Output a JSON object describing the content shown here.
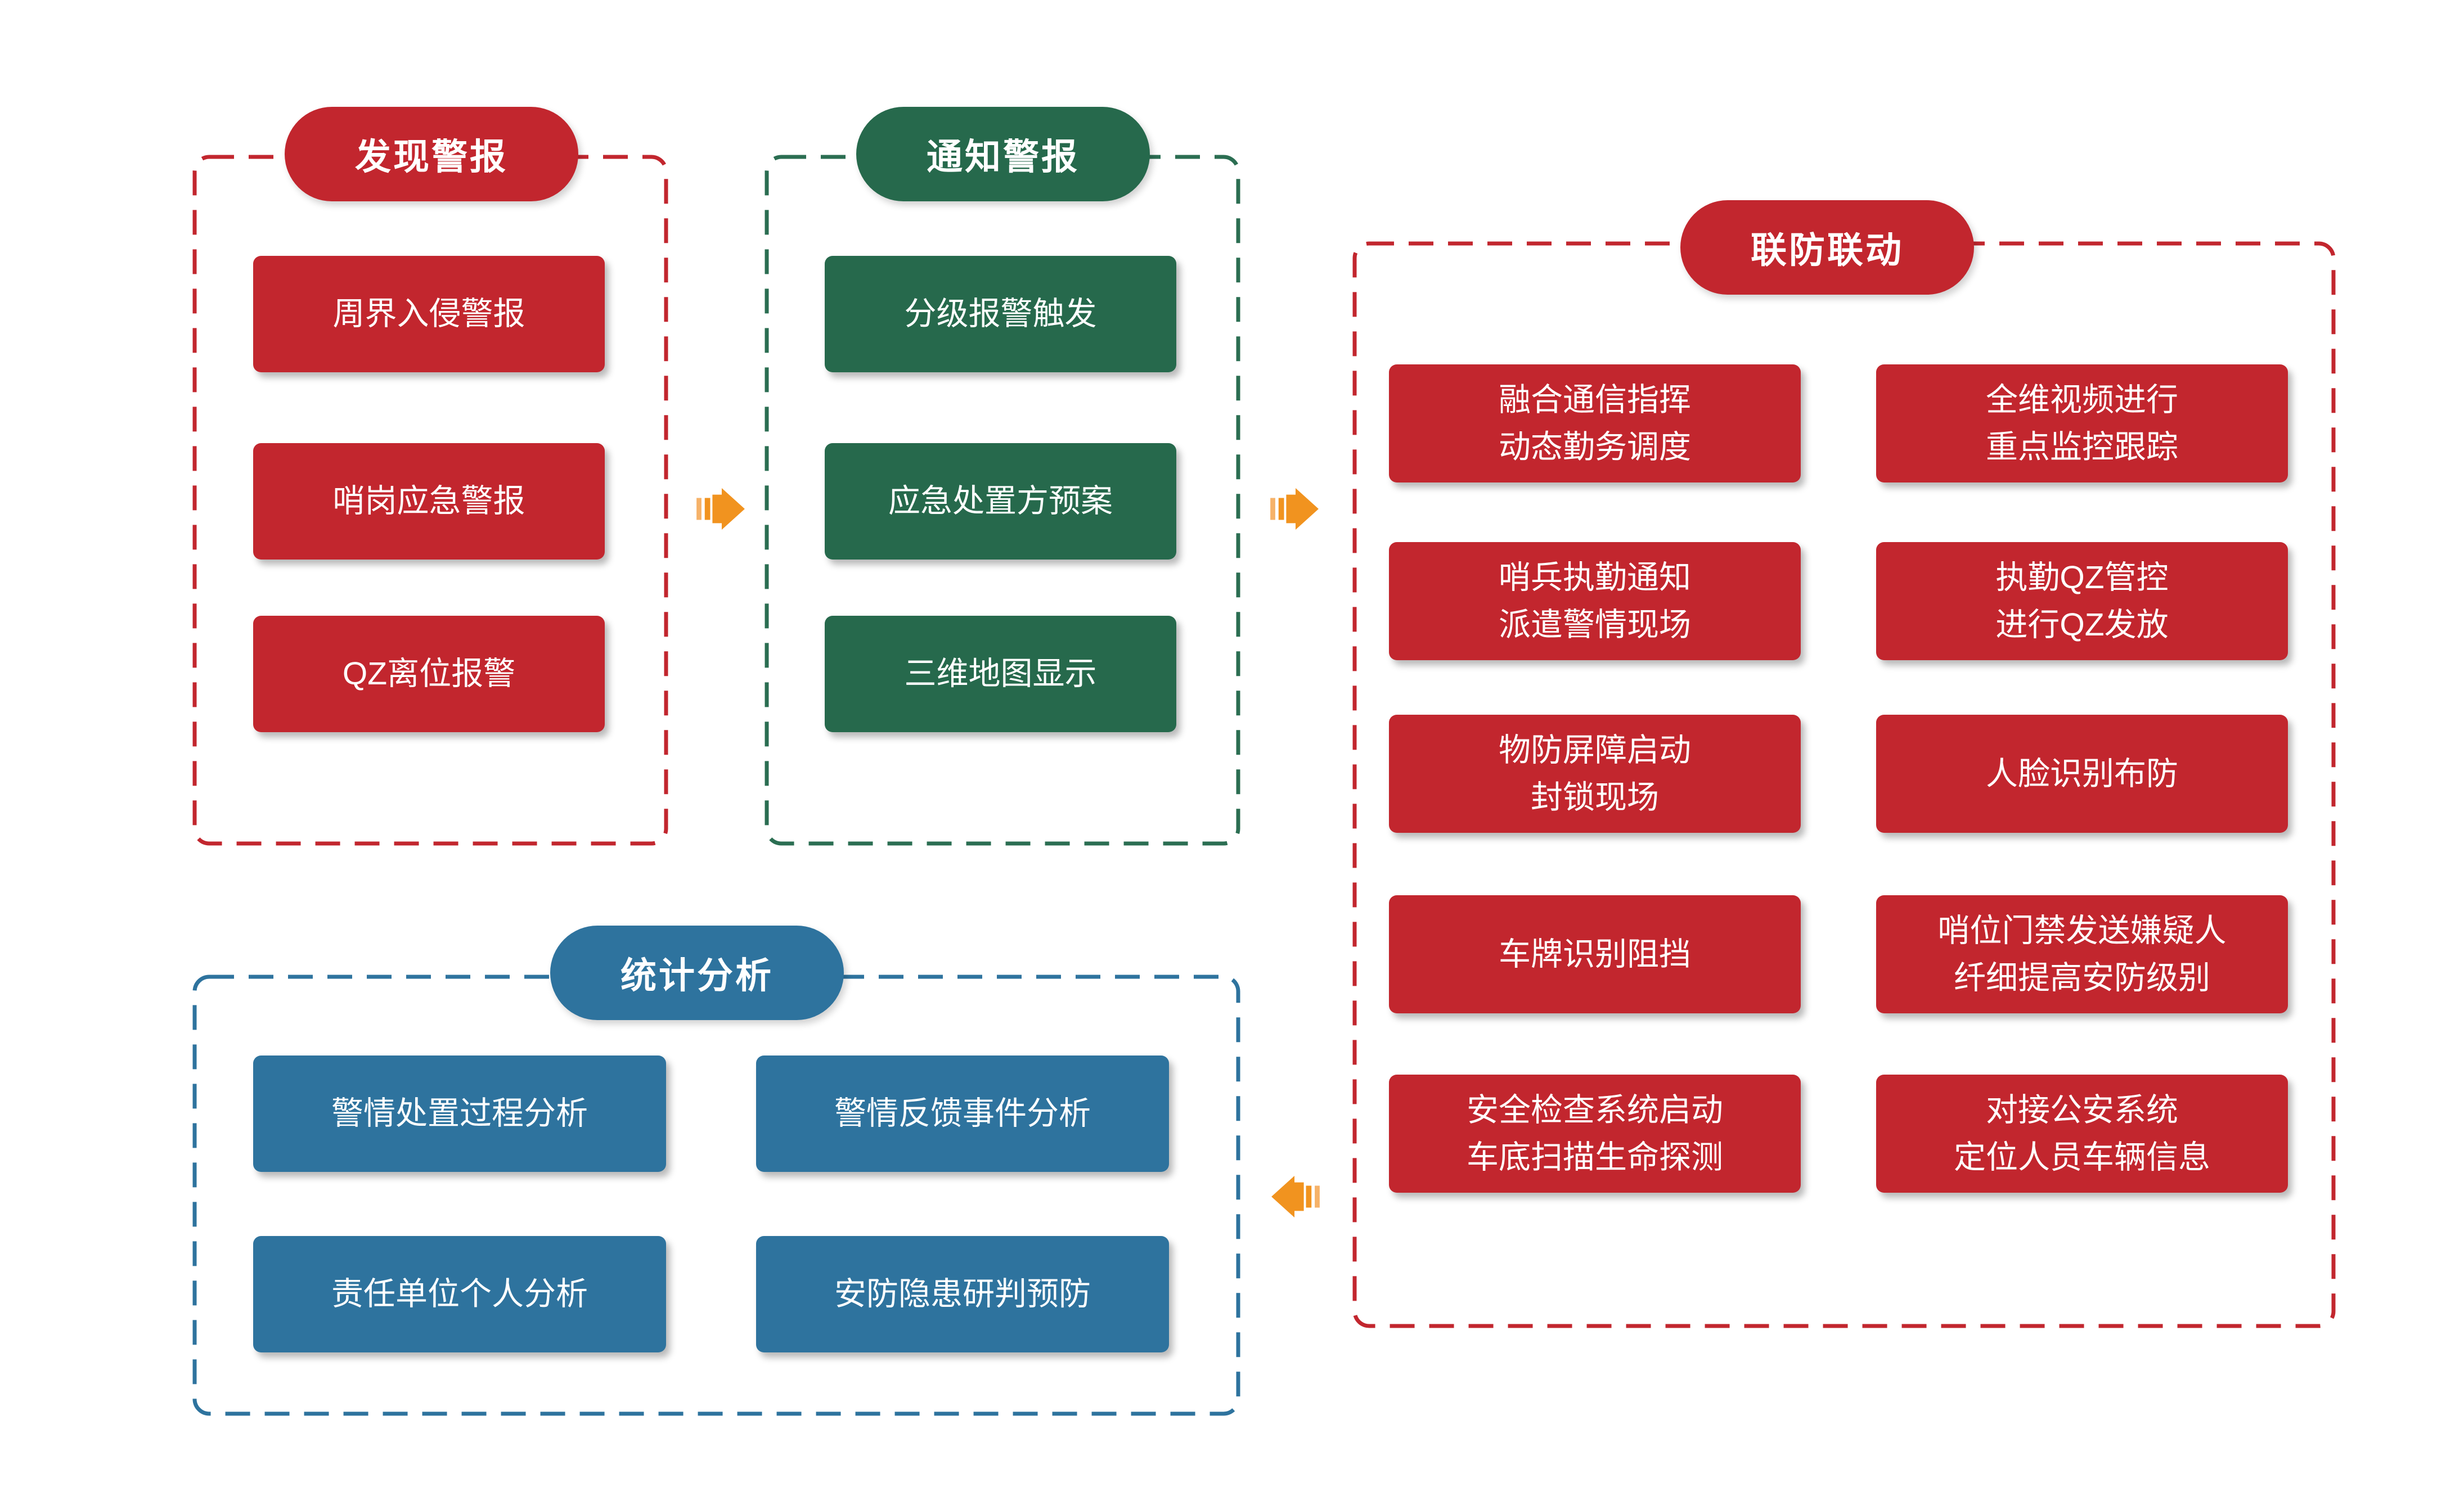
{
  "colors": {
    "red": "#c2262e",
    "green": "#26694c",
    "blue": "#2e739e",
    "orange": "#f1931f",
    "text": "#ffffff"
  },
  "groups": [
    {
      "title": "发现警报",
      "items": [
        "周界入侵警报",
        "哨岗应急警报",
        "QZ离位报警"
      ]
    },
    {
      "title": "通知警报",
      "items": [
        "分级报警触发",
        "应急处置方预案",
        "三维地图显示"
      ]
    },
    {
      "title": "联防联动",
      "items": [
        "融合通信指挥\n动态勤务调度",
        "全维视频进行\n重点监控跟踪",
        "哨兵执勤通知\n派遣警情现场",
        "执勤QZ管控\n进行QZ发放",
        "物防屏障启动\n封锁现场",
        "人脸识别布防",
        "车牌识别阻挡",
        "哨位门禁发送嫌疑人\n纤细提高安防级别",
        "安全检查系统启动\n车底扫描生命探测",
        "对接公安系统\n定位人员车辆信息"
      ]
    },
    {
      "title": "统计分析",
      "items": [
        "警情处置过程分析",
        "警情反馈事件分析",
        "责任单位个人分析",
        "安防隐患研判预防"
      ]
    }
  ],
  "arrows": [
    {
      "id": "flow-arrow-1",
      "direction": "right"
    },
    {
      "id": "flow-arrow-2",
      "direction": "right"
    },
    {
      "id": "flow-arrow-3",
      "direction": "left"
    }
  ]
}
